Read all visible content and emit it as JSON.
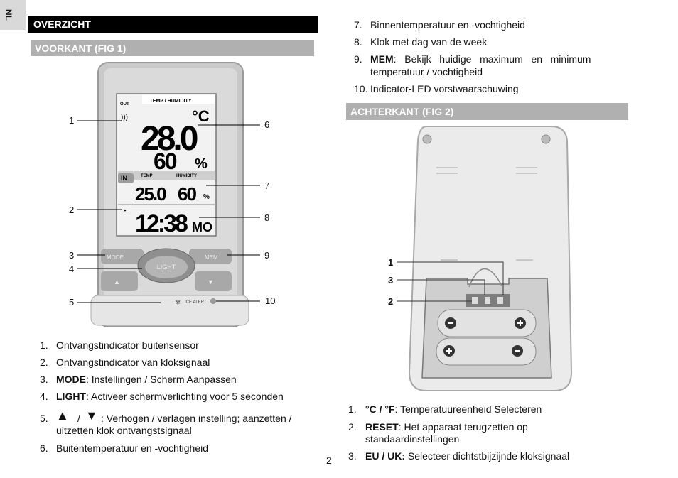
{
  "language_tab": "NL",
  "page_number": "2",
  "left": {
    "section_title": "OVERZICHT",
    "subsection_title": "VOORKANT (FIG 1)",
    "figure": {
      "lcd_header_outdoor": "TEMP / HUMIDITY",
      "out_label": "OUT",
      "outdoor_temp": "28.0",
      "outdoor_temp_unit_c": "°C",
      "outdoor_humidity": "60",
      "percent": "%",
      "in_label": "IN",
      "in_temp_label": "TEMP",
      "in_humidity_label": "HUMIDITY",
      "indoor_temp": "25.0",
      "indoor_humidity": "60",
      "clock": "12:38",
      "day": "MO",
      "btn_mode": "MODE",
      "btn_light": "LIGHT",
      "btn_mem": "MEM",
      "ice_alert": "ICE ALERT",
      "callouts": [
        "1",
        "2",
        "3",
        "4",
        "5",
        "6",
        "7",
        "8",
        "9",
        "10"
      ]
    },
    "items": [
      {
        "n": "1.",
        "bold": "",
        "text": "Ontvangstindicator buitensensor"
      },
      {
        "n": "2.",
        "bold": "",
        "text": "Ontvangstindicator van kloksignaal"
      },
      {
        "n": "3.",
        "bold": "MODE",
        "text": ": Instellingen / Scherm Aanpassen"
      },
      {
        "n": "4.",
        "bold": "LIGHT",
        "text": ": Activeer schermverlichting voor 5 seconden"
      },
      {
        "n": "5.",
        "bold": "",
        "text": ": Verhogen / verlagen instelling; aanzetten /",
        "text2": "uitzetten klok ontvangstsignaal"
      },
      {
        "n": "6.",
        "bold": "",
        "text": "Buitentemperatuur en -vochtigheid"
      }
    ]
  },
  "right": {
    "items_top": [
      {
        "n": "7.",
        "bold": "",
        "text": "Binnentemperatuur en -vochtigheid"
      },
      {
        "n": "8.",
        "bold": "",
        "text": "Klok met dag van de week"
      },
      {
        "n": "9.",
        "bold": "MEM",
        "text": ":   Bekijk   huidige   maximum   en   minimum",
        "text2": "temperatuur / vochtigheid"
      },
      {
        "n": "10.",
        "bold": "",
        "text": "Indicator-LED vorstwaarschuwing"
      }
    ],
    "subsection_title": "ACHTERKANT (FIG 2)",
    "figure": {
      "callouts": [
        "1",
        "3",
        "2"
      ]
    },
    "items_bottom": [
      {
        "n": "1.",
        "bold": "°C / °F",
        "text": ": Temperatuureenheid Selecteren"
      },
      {
        "n": "2.",
        "bold": "RESET",
        "text": ": Het apparaat terugzetten op",
        "text2": "standaardinstellingen"
      },
      {
        "n": "3.",
        "bold": "EU / UK:",
        "text": " Selecteer dichtstbijzijnde kloksignaal"
      }
    ]
  }
}
